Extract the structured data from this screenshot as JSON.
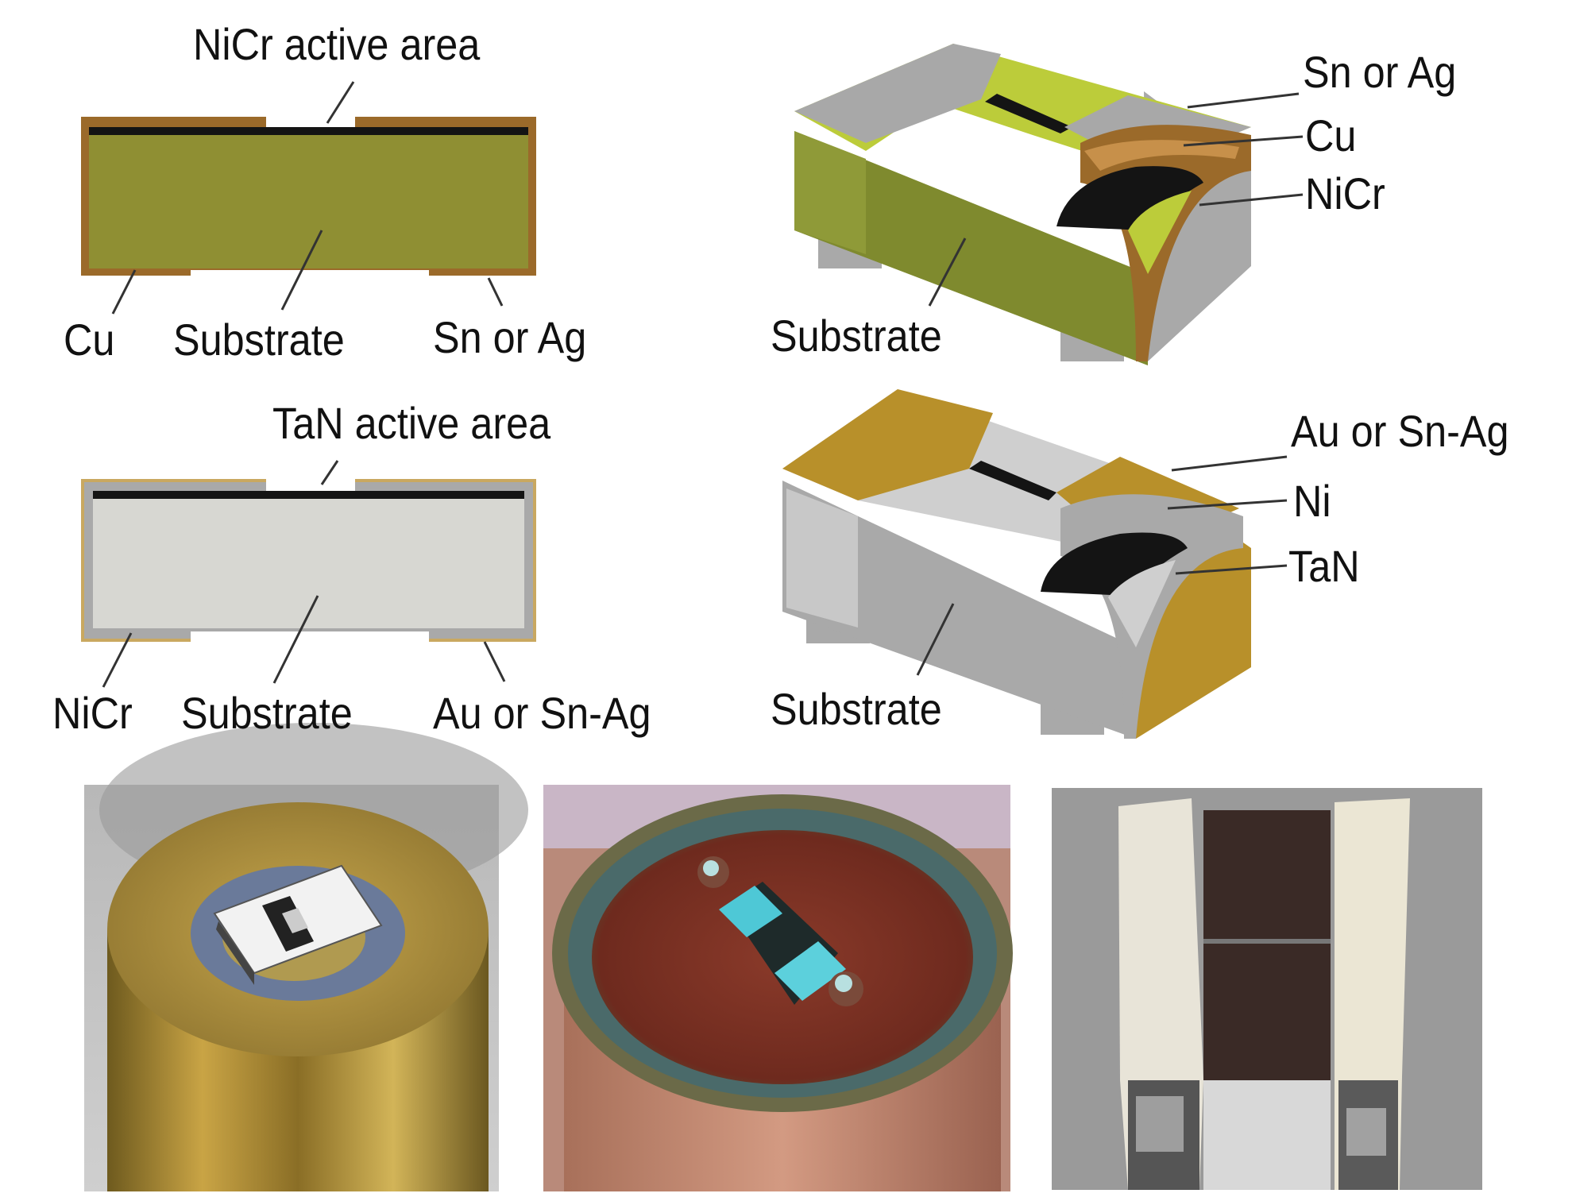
{
  "colors": {
    "nicr_substrate": "#8f8f33",
    "copper": "#9b6a2a",
    "tan_substrate": "#d7d7d2",
    "gold": "#b8902a",
    "gray_face": "#a9a9a9",
    "black_film": "#141414"
  },
  "panels": {
    "nicr_section": {
      "title": "NiCr active area",
      "left_label": "Cu",
      "center_label": "Substrate",
      "right_label": "Sn or Ag"
    },
    "nicr_3d": {
      "label_top": "Sn or Ag",
      "label_mid": "Cu",
      "label_low": "NiCr",
      "substrate_label": "Substrate"
    },
    "tan_section": {
      "title": "TaN active area",
      "left_label": "NiCr",
      "center_label": "Substrate",
      "right_label": "Au or Sn-Ag"
    },
    "tan_3d": {
      "label_top": "Au or Sn-Ag",
      "label_mid": "Ni",
      "label_low": "TaN",
      "substrate_label": "Substrate"
    }
  },
  "photos": [
    {
      "name": "brass-cylinder-chip-photo"
    },
    {
      "name": "copper-mount-chip-photo"
    },
    {
      "name": "degraded-film-micrograph-photo"
    }
  ]
}
